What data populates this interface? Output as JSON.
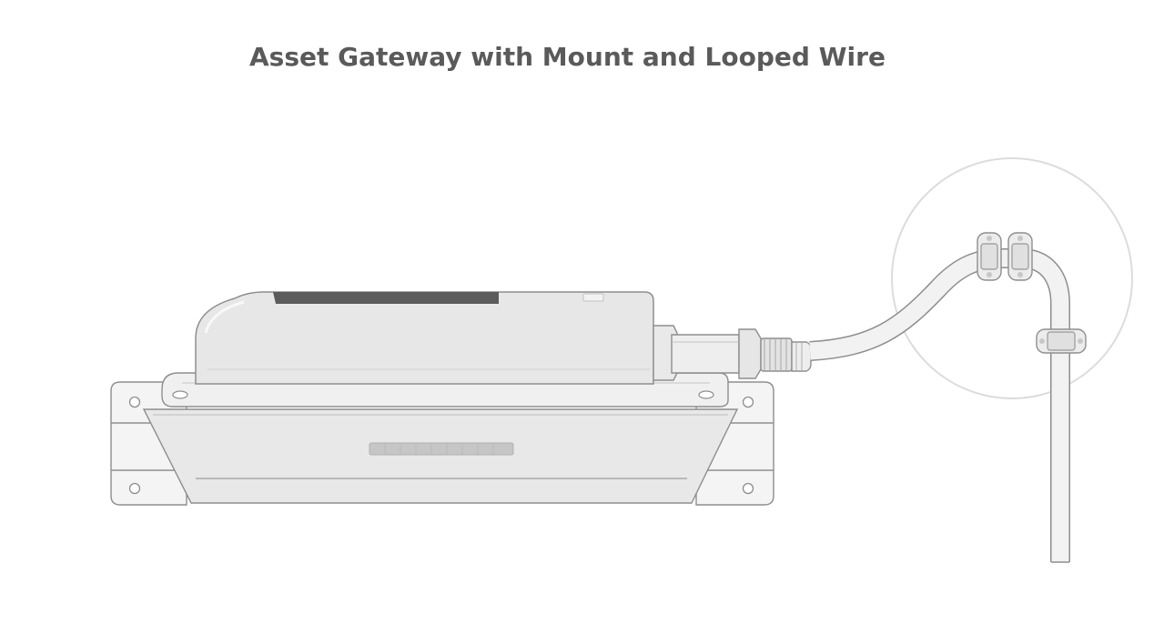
{
  "title": "Asset Gateway with Mount and Looped Wire",
  "colors": {
    "stroke": "#9a9a9a",
    "light_fill": "#ececec",
    "body_fill": "#e6e6e6",
    "label_dark": "#5b5b5b",
    "detail_circle": "#d6d6d6",
    "title_text": "#5a5a5a"
  },
  "components": [
    "mounting-bracket",
    "gateway-device",
    "cable-connector",
    "looped-wire",
    "wire-clips",
    "detail-circle"
  ]
}
